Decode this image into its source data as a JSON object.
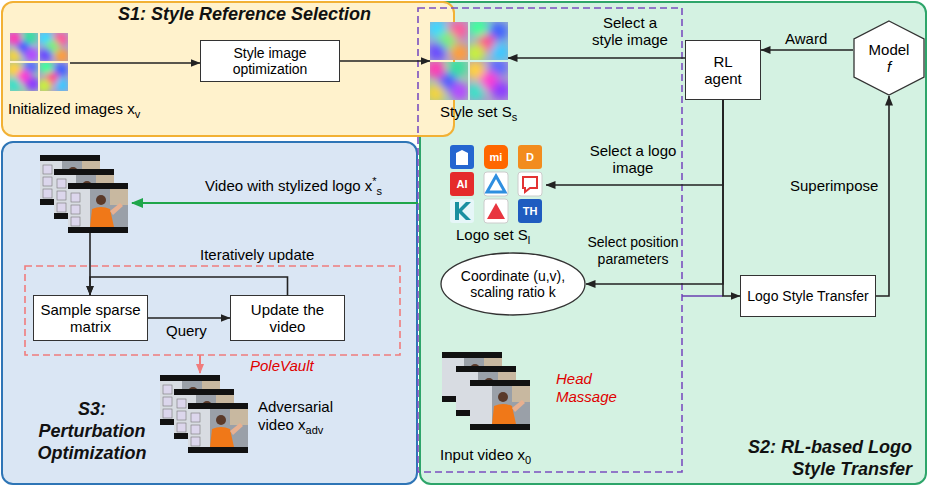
{
  "diagram": {
    "nodes": [
      {
        "text": [
          "S1: Style Reference Selection"
        ]
      },
      {
        "text": [
          "Initialized images x",
          "v"
        ],
        "in": 0
      },
      {
        "text": [
          "Style image optimization"
        ],
        "in": 0
      },
      {
        "text": [
          "Style set S",
          "s"
        ]
      },
      {
        "text": [
          "S2: RL-based Logo Style Transfer"
        ]
      },
      {
        "text": [
          "RL agent"
        ],
        "in": 4
      },
      {
        "text": [
          "Model",
          "f"
        ],
        "in": 4
      },
      {
        "text": [
          "Logo set S",
          "l"
        ],
        "in": 4
      },
      {
        "text": [
          "Coordinate (u,v), scaling ratio k"
        ],
        "in": 4
      },
      {
        "text": [
          "Logo Style Transfer"
        ],
        "in": 4
      },
      {
        "text": [
          "Input video x",
          "0"
        ],
        "in": 4
      },
      {
        "text": [
          "S3: Perturbation Optimization"
        ]
      },
      {
        "text": [
          "Video with stylized logo x",
          "*",
          "s"
        ],
        "in": 11
      },
      {
        "text": [
          "Sample sparse matrix"
        ],
        "in": 11
      },
      {
        "text": [
          "Update the video"
        ],
        "in": 11
      },
      {
        "text": [
          "Adversarial video x",
          "adv"
        ],
        "in": 11
      }
    ],
    "edges": [
      {
        "from": 1,
        "to": 2,
        "arrow": "to"
      },
      {
        "from": 2,
        "to": 3,
        "arrow": "to"
      },
      {
        "from": 5,
        "to": 3,
        "label": "Select a style image",
        "arrow": "to"
      },
      {
        "from": 5,
        "to": 7,
        "label": "Select a logo image",
        "arrow": "to"
      },
      {
        "from": 5,
        "to": 8,
        "label": "Select position parameters",
        "arrow": "to"
      },
      {
        "from": 6,
        "to": 5,
        "label": "Award",
        "arrow": "to"
      },
      {
        "from": 9,
        "to": 6,
        "label": "Superimpose",
        "arrow": "to"
      },
      {
        "from": 5,
        "to": 9,
        "arrow": "to"
      },
      {
        "from": 12,
        "to": 13,
        "arrow": "to"
      },
      {
        "from": 13,
        "to": 14,
        "label": "Query",
        "arrow": "to"
      },
      {
        "from": 14,
        "to": 13,
        "label": "Iteratively update",
        "arrow": "to"
      }
    ],
    "labels": [
      "Head Massage",
      "PoleVault",
      "mi",
      "D",
      "AI",
      "TH"
    ]
  }
}
